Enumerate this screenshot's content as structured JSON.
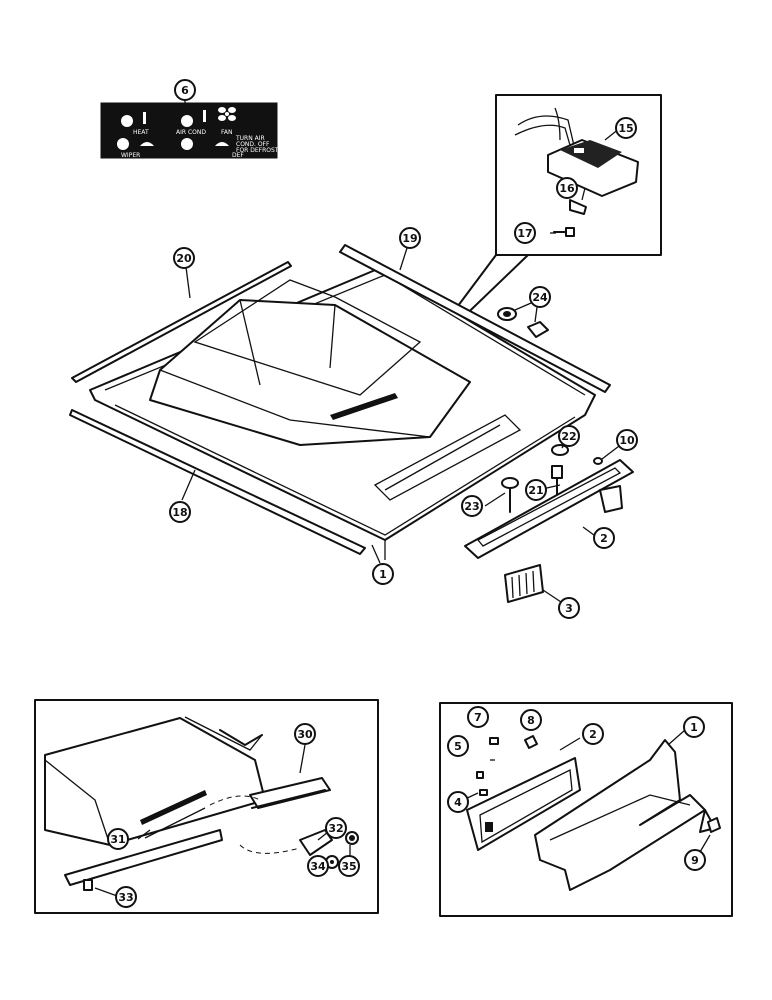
{
  "callouts": {
    "c1": "1",
    "c2": "2",
    "c3": "3",
    "c6": "6",
    "c10": "10",
    "c15": "15",
    "c16": "16",
    "c17": "17",
    "c18": "18",
    "c19": "19",
    "c20": "20",
    "c21": "21",
    "c22": "22",
    "c23": "23",
    "c24": "24",
    "c30": "30",
    "c31": "31",
    "c32": "32",
    "c33": "33",
    "c34": "34",
    "c35": "35",
    "d1": "1",
    "d2": "2",
    "d4": "4",
    "d5": "5",
    "d7": "7",
    "d8": "8",
    "d9": "9"
  },
  "control_panel": {
    "heat": "HEAT",
    "air_cond": "AIR COND",
    "fan": "FAN",
    "wiper": "WIPER",
    "def": "DEF",
    "note_line1": "TURN AIR",
    "note_line2": "COND. OFF",
    "note_line3": "FOR DEFROST"
  }
}
